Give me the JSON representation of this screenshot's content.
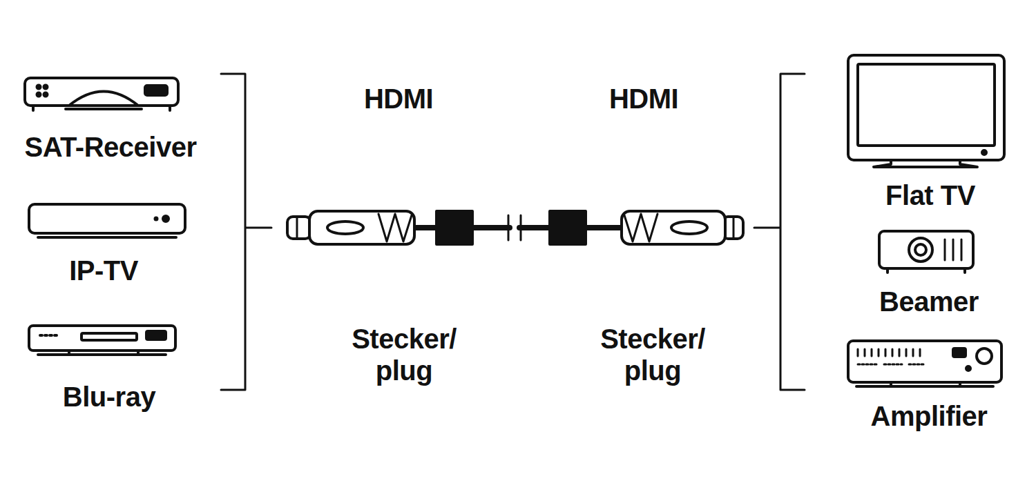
{
  "diagram": {
    "labels": [
      "SAT-Receiver",
      "IP-TV",
      "Blu-ray",
      "HDMI",
      "HDMI",
      "Stecker/ plug",
      "Stecker/ plug",
      "Flat TV",
      "Beamer",
      "Amplifier"
    ]
  }
}
